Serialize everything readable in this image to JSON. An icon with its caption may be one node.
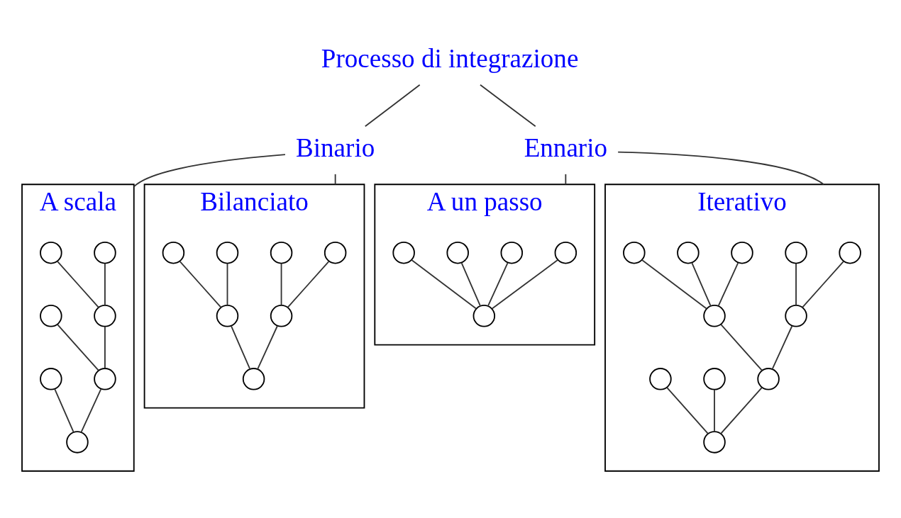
{
  "diagram": {
    "nodes": [
      {
        "text": [
          "Processo di integrazione"
        ]
      },
      {
        "text": [
          "Binario"
        ]
      },
      {
        "text": [
          "Ennario"
        ]
      },
      {
        "text": [
          "A scala"
        ]
      },
      {
        "text": [],
        "shape": "circle",
        "in": 3
      },
      {
        "text": [],
        "shape": "circle",
        "in": 3
      },
      {
        "text": [],
        "shape": "circle",
        "in": 3
      },
      {
        "text": [],
        "shape": "circle",
        "in": 3
      },
      {
        "text": [],
        "shape": "circle",
        "in": 3
      },
      {
        "text": [],
        "shape": "circle",
        "in": 3
      },
      {
        "text": [],
        "shape": "circle",
        "in": 3
      },
      {
        "text": [
          "Bilanciato"
        ]
      },
      {
        "text": [],
        "shape": "circle",
        "in": 11
      },
      {
        "text": [],
        "shape": "circle",
        "in": 11
      },
      {
        "text": [],
        "shape": "circle",
        "in": 11
      },
      {
        "text": [],
        "shape": "circle",
        "in": 11
      },
      {
        "text": [],
        "shape": "circle",
        "in": 11
      },
      {
        "text": [],
        "shape": "circle",
        "in": 11
      },
      {
        "text": [],
        "shape": "circle",
        "in": 11
      },
      {
        "text": [
          "A un passo"
        ]
      },
      {
        "text": [],
        "shape": "circle",
        "in": 19
      },
      {
        "text": [],
        "shape": "circle",
        "in": 19
      },
      {
        "text": [],
        "shape": "circle",
        "in": 19
      },
      {
        "text": [],
        "shape": "circle",
        "in": 19
      },
      {
        "text": [],
        "shape": "circle",
        "in": 19
      },
      {
        "text": [
          "Iterativo"
        ]
      },
      {
        "text": [],
        "shape": "circle",
        "in": 25
      },
      {
        "text": [],
        "shape": "circle",
        "in": 25
      },
      {
        "text": [],
        "shape": "circle",
        "in": 25
      },
      {
        "text": [],
        "shape": "circle",
        "in": 25
      },
      {
        "text": [],
        "shape": "circle",
        "in": 25
      },
      {
        "text": [],
        "shape": "circle",
        "in": 25
      },
      {
        "text": [],
        "shape": "circle",
        "in": 25
      },
      {
        "text": [],
        "shape": "circle",
        "in": 25
      },
      {
        "text": [],
        "shape": "circle",
        "in": 25
      },
      {
        "text": [],
        "shape": "circle",
        "in": 25
      },
      {
        "text": [],
        "shape": "circle",
        "in": 25
      }
    ],
    "edges": [
      {
        "from": 0,
        "to": 1,
        "arrow": "none"
      },
      {
        "from": 0,
        "to": 2,
        "arrow": "none"
      },
      {
        "from": 1,
        "to": 3,
        "arrow": "none"
      },
      {
        "from": 1,
        "to": 11,
        "arrow": "none"
      },
      {
        "from": 2,
        "to": 19,
        "arrow": "none"
      },
      {
        "from": 2,
        "to": 25,
        "arrow": "none"
      },
      {
        "from": 4,
        "to": 7,
        "arrow": "none"
      },
      {
        "from": 5,
        "to": 7,
        "arrow": "none"
      },
      {
        "from": 7,
        "to": 9,
        "arrow": "none"
      },
      {
        "from": 6,
        "to": 9,
        "arrow": "none"
      },
      {
        "from": 9,
        "to": 10,
        "arrow": "none"
      },
      {
        "from": 8,
        "to": 10,
        "arrow": "none"
      },
      {
        "from": 12,
        "to": 16,
        "arrow": "none"
      },
      {
        "from": 13,
        "to": 16,
        "arrow": "none"
      },
      {
        "from": 14,
        "to": 17,
        "arrow": "none"
      },
      {
        "from": 15,
        "to": 17,
        "arrow": "none"
      },
      {
        "from": 16,
        "to": 18,
        "arrow": "none"
      },
      {
        "from": 17,
        "to": 18,
        "arrow": "none"
      },
      {
        "from": 22,
        "to": 24,
        "arrow": "none"
      },
      {
        "from": 20,
        "to": 24,
        "arrow": "none"
      },
      {
        "from": 21,
        "to": 24,
        "arrow": "none"
      },
      {
        "from": 23,
        "to": 24,
        "arrow": "none"
      },
      {
        "from": 26,
        "to": 31,
        "arrow": "none"
      },
      {
        "from": 27,
        "to": 31,
        "arrow": "none"
      },
      {
        "from": 28,
        "to": 32,
        "arrow": "none"
      },
      {
        "from": 29,
        "to": 32,
        "arrow": "none"
      },
      {
        "from": 30,
        "to": 32,
        "arrow": "none"
      },
      {
        "from": 31,
        "to": 33,
        "arrow": "none"
      },
      {
        "from": 32,
        "to": 33,
        "arrow": "none"
      },
      {
        "from": 33,
        "to": 36,
        "arrow": "none"
      },
      {
        "from": 34,
        "to": 36,
        "arrow": "none"
      },
      {
        "from": 35,
        "to": 36,
        "arrow": "none"
      }
    ]
  }
}
